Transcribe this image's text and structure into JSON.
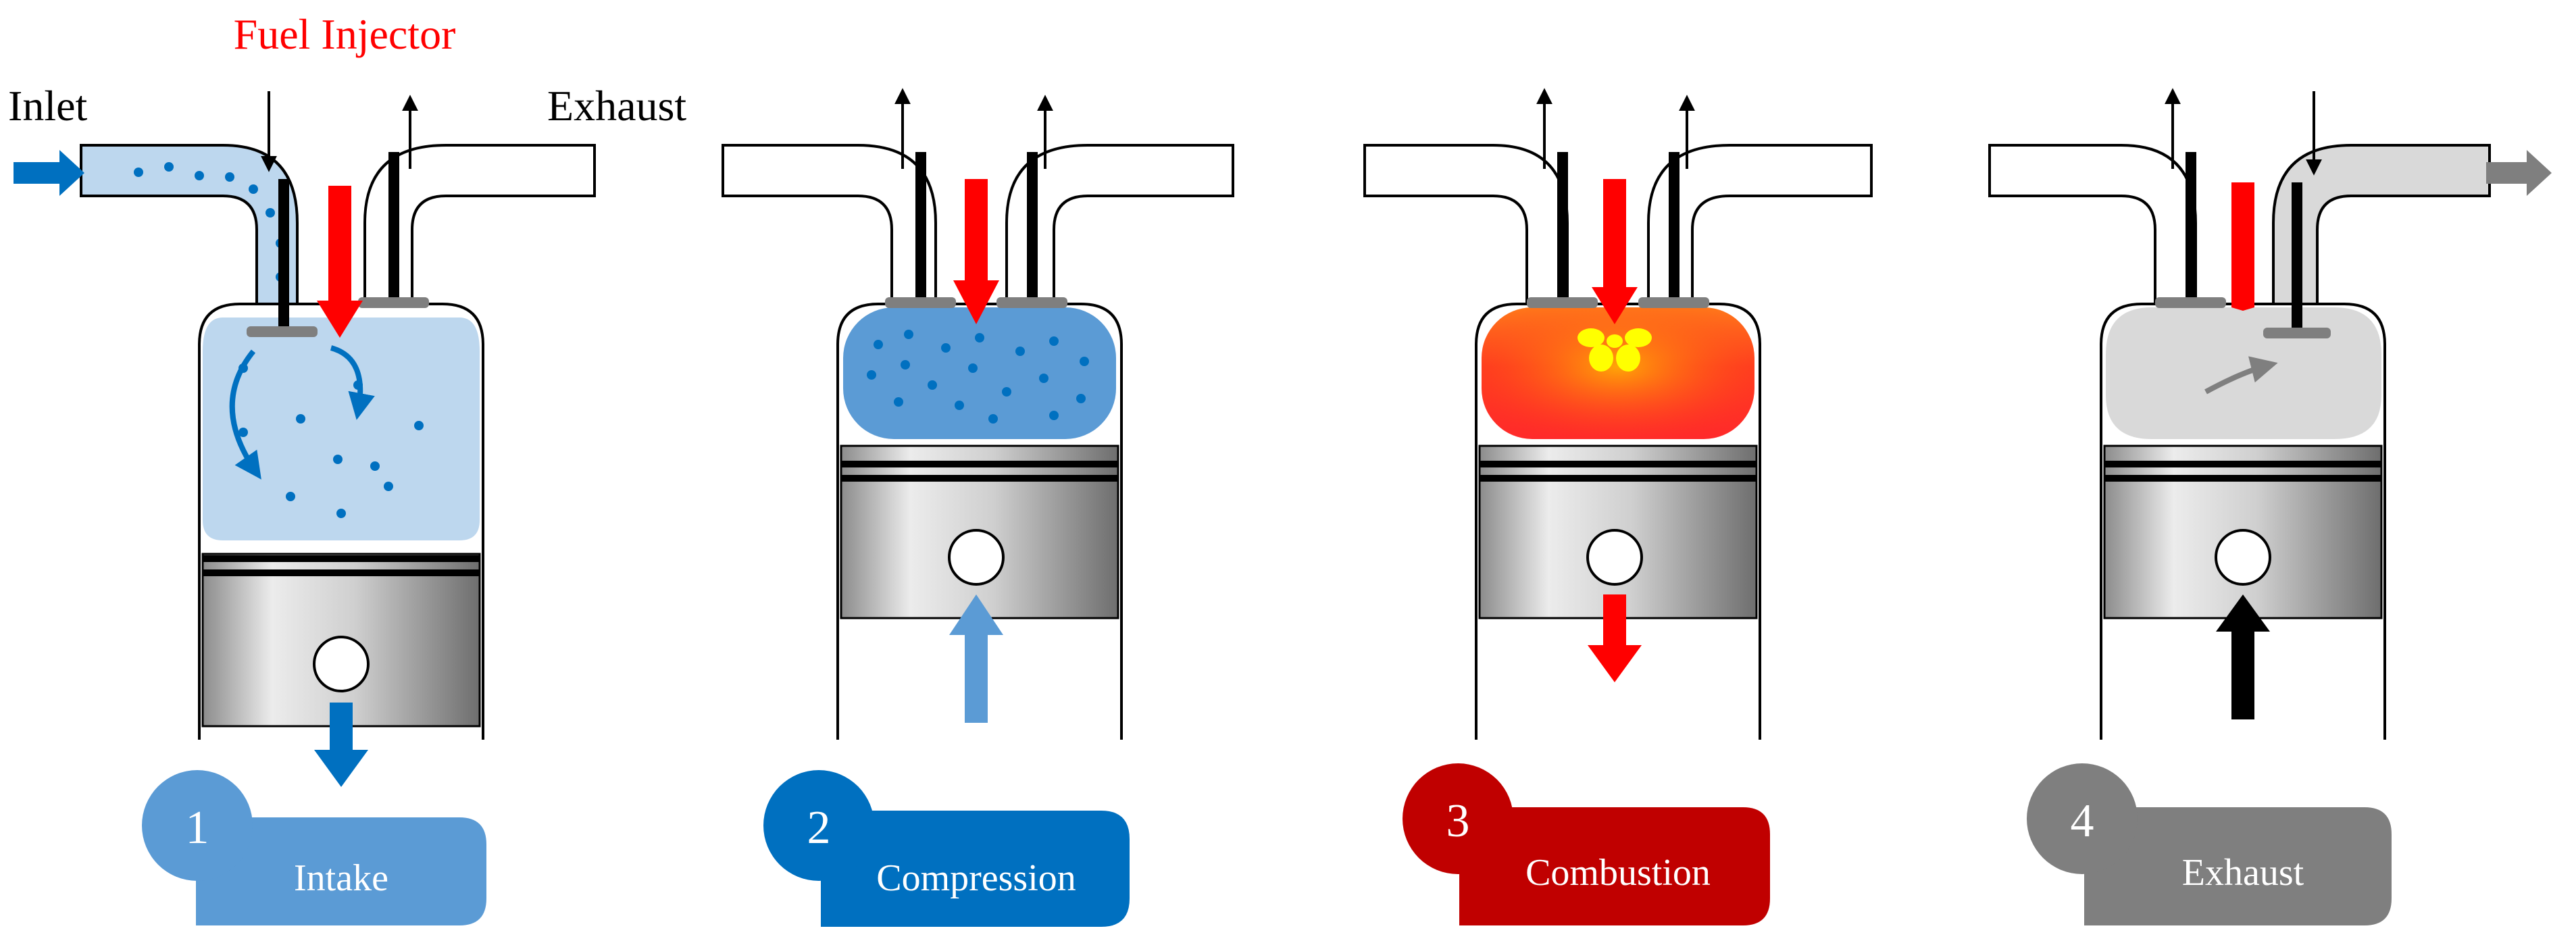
{
  "labels": {
    "fuel_injector": "Fuel Injector",
    "inlet": "Inlet",
    "exhaust": "Exhaust"
  },
  "strokes": [
    {
      "number": "1",
      "name": "Intake",
      "color": "#5b9bd5"
    },
    {
      "number": "2",
      "name": "Compression",
      "color": "#0070c0"
    },
    {
      "number": "3",
      "name": "Combustion",
      "color": "#c00000"
    },
    {
      "number": "4",
      "name": "Exhaust",
      "color": "#7f7f7f"
    }
  ],
  "colors": {
    "fuel_injector": "#ff0000",
    "intake_charge": "#bdd7ee",
    "compressed_charge": "#5b9bd5",
    "fuel_droplet": "#0070c0",
    "combustion_outer": "#ff3b1f",
    "combustion_inner": "#ffc000",
    "spark": "#ffff00",
    "exhaust_gas": "#d9d9d9",
    "piston_dark": "#808080",
    "piston_light": "#f2f2f2",
    "valve_rod": "#000000",
    "valve_head": "#7f7f7f"
  },
  "piston_motion": [
    "down",
    "up",
    "down",
    "up"
  ],
  "icons": [
    "inlet-arrow-icon",
    "exhaust-arrow-icon",
    "piston-motion-arrow-icon",
    "swirl-arrow-icon"
  ]
}
